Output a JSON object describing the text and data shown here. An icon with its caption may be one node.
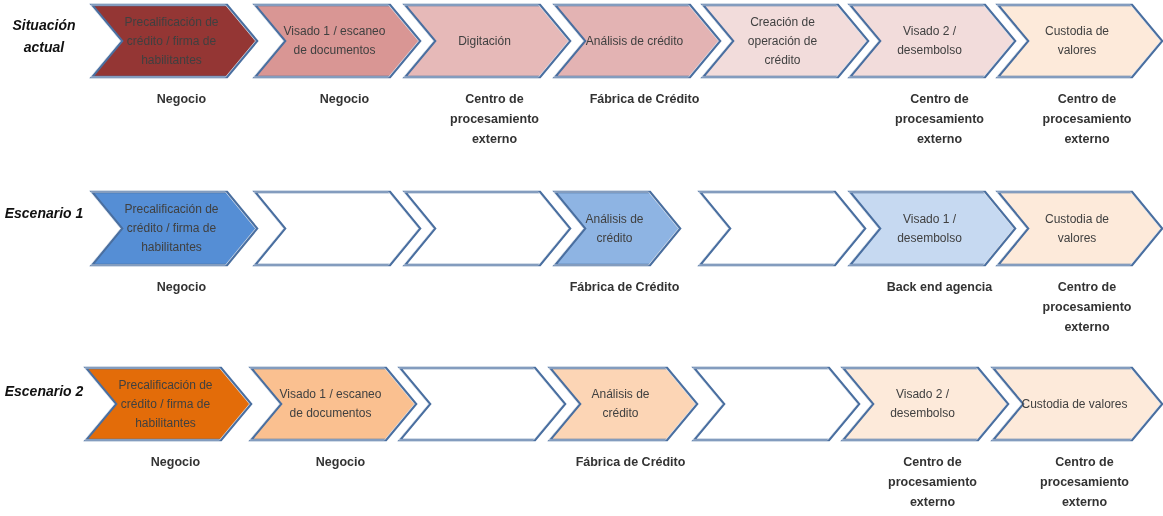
{
  "diagram": {
    "nodes": [
      {
        "text": [
          "Precalificación de crédito / firma de habilitantes"
        ],
        "beside": [
          "Negocio"
        ]
      },
      {
        "text": [
          "Visado 1 / escaneo de documentos"
        ],
        "beside": [
          "Negocio"
        ]
      },
      {
        "text": [
          "Digitación"
        ],
        "beside": [
          "Centro de procesamiento externo"
        ]
      },
      {
        "text": [
          "Análisis de crédito"
        ],
        "beside": [
          "Fábrica de Crédito"
        ]
      },
      {
        "text": [
          "Creación de operación de crédito"
        ]
      },
      {
        "text": [
          "Visado 2 / desembolso"
        ],
        "beside": [
          "Centro de procesamiento externo"
        ]
      },
      {
        "text": [
          "Custodia de valores"
        ],
        "beside": [
          "Centro de procesamiento externo"
        ]
      },
      {
        "text": [
          "Precalificación de crédito / firma de habilitantes"
        ],
        "beside": [
          "Negocio"
        ]
      },
      {
        "text": [],
        "shape": "chevron"
      },
      {
        "text": [],
        "shape": "chevron"
      },
      {
        "text": [
          "Análisis de crédito"
        ],
        "beside": [
          "Fábrica de Crédito"
        ]
      },
      {
        "text": [],
        "shape": "chevron"
      },
      {
        "text": [
          "Visado 1 / desembolso"
        ],
        "beside": [
          "Back end agencia"
        ]
      },
      {
        "text": [
          "Custodia de valores"
        ],
        "beside": [
          "Centro de procesamiento externo"
        ]
      },
      {
        "text": [
          "Precalificación de crédito / firma de habilitantes"
        ],
        "beside": [
          "Negocio"
        ]
      },
      {
        "text": [
          "Visado 1 / escaneo de documentos"
        ],
        "beside": [
          "Negocio"
        ]
      },
      {
        "text": [],
        "shape": "chevron"
      },
      {
        "text": [
          "Análisis de crédito"
        ],
        "beside": [
          "Fábrica de Crédito"
        ]
      },
      {
        "text": [],
        "shape": "chevron"
      },
      {
        "text": [
          "Visado 2 / desembolso"
        ],
        "beside": [
          "Centro de procesamiento externo"
        ]
      },
      {
        "text": [
          "Custodia de valores"
        ],
        "beside": [
          "Centro de procesamiento externo"
        ]
      }
    ],
    "labels": [
      "Situación actual",
      "Escenario 1",
      "Escenario 2"
    ]
  }
}
